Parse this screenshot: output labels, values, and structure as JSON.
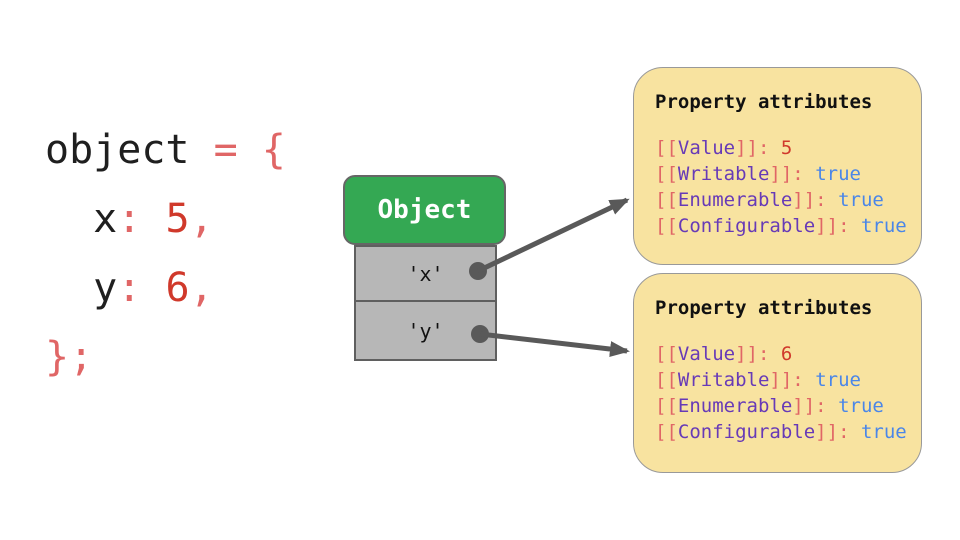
{
  "colors": {
    "code_text": "#1f1f1f",
    "punctuation_salmon": "#e06666",
    "value_red": "#d0392b",
    "attr_name_purple": "#673ab7",
    "boolean_blue": "#4a86e8",
    "object_header_green": "#34a853",
    "object_cell_gray": "#b7b7b7",
    "attr_box_yellow": "#f8e3a0",
    "arrow_gray": "#595959",
    "background": "#ffffff"
  },
  "code": {
    "line1": {
      "ident": "object ",
      "op": "= {"
    },
    "line2": {
      "key": "  x",
      "colon": ":",
      "space": " ",
      "value": "5",
      "comma": ","
    },
    "line3": {
      "key": "  y",
      "colon": ":",
      "space": " ",
      "value": "6",
      "comma": ","
    },
    "line4": {
      "close": "};"
    }
  },
  "object_box": {
    "header": "Object",
    "cells": [
      {
        "label": "'x'"
      },
      {
        "label": "'y'"
      }
    ]
  },
  "attr_boxes": [
    {
      "title": "Property attributes",
      "attrs": [
        {
          "open": "[[",
          "name": "Value",
          "close": "]]",
          "colon": ": ",
          "value": "5"
        },
        {
          "open": "[[",
          "name": "Writable",
          "close": "]]",
          "colon": ": ",
          "value": "true"
        },
        {
          "open": "[[",
          "name": "Enumerable",
          "close": "]]",
          "colon": ": ",
          "value": "true"
        },
        {
          "open": "[[",
          "name": "Configurable",
          "close": "]]",
          "colon": ": ",
          "value": "true"
        }
      ]
    },
    {
      "title": "Property attributes",
      "attrs": [
        {
          "open": "[[",
          "name": "Value",
          "close": "]]",
          "colon": ": ",
          "value": "6"
        },
        {
          "open": "[[",
          "name": "Writable",
          "close": "]]",
          "colon": ": ",
          "value": "true"
        },
        {
          "open": "[[",
          "name": "Enumerable",
          "close": "]]",
          "colon": ": ",
          "value": "true"
        },
        {
          "open": "[[",
          "name": "Configurable",
          "close": "]]",
          "colon": ": ",
          "value": "true"
        }
      ]
    }
  ]
}
